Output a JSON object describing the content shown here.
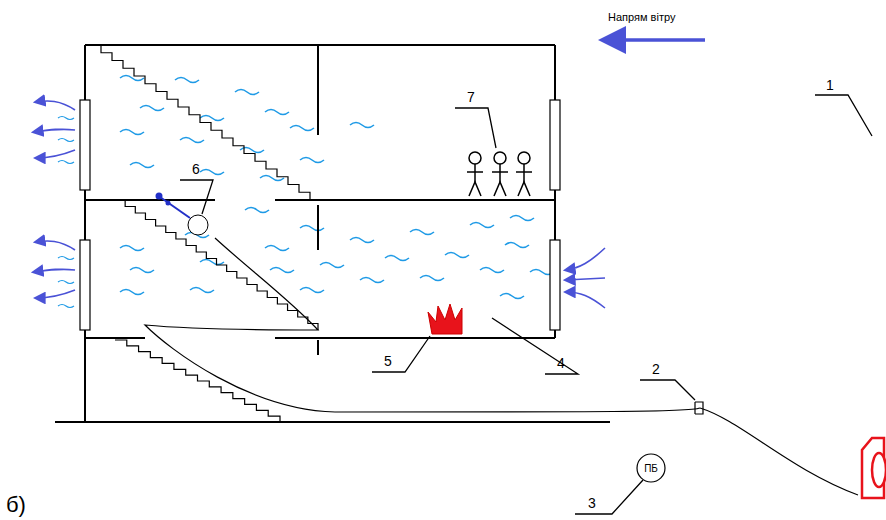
{
  "diagram": {
    "nodes": [
      {
        "text": [
          "ПБ"
        ]
      }
    ],
    "labels": [
      "Напрям вітру",
      "1",
      "2",
      "3",
      "4",
      "5",
      "6",
      "7",
      "б)"
    ]
  }
}
